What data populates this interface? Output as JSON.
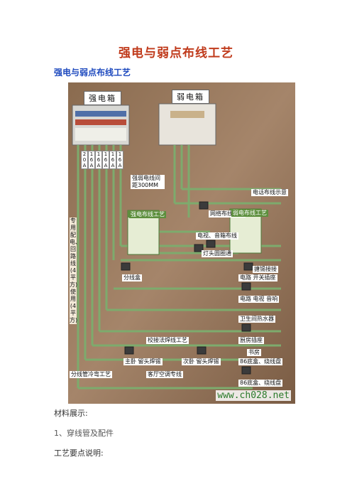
{
  "page": {
    "title": "强电与弱点布线工艺",
    "subtitle": "强电与弱点布线工艺",
    "materials_label": "材料展示:",
    "item_1": "1、穿线管及配件",
    "process_label": "工艺要点说明:"
  },
  "photo": {
    "box_strong": "强电箱",
    "box_weak": "弱电箱",
    "amp_labels": [
      "20A",
      "16A",
      "16A",
      "16A",
      "16A",
      "16A"
    ],
    "spacing_note": "强弱电线间距300MM",
    "left_vertical": "专用配电、回路线(4平方)使用(4平方)",
    "poster_left": "强电布线工艺",
    "poster_right": "弱电布线工艺",
    "phone_wiring": "电话布线示意",
    "network_wiring": "网络布线示意",
    "tv_audio": "电视、音箱布线",
    "lamp_circuit": "灯头圆圈通",
    "junction_box": "分线盒",
    "wire_joint": "搪锡接接",
    "power_switch": "电路 开关插座",
    "power_tv_audio": "电路 电视 音响",
    "bathroom_heater": "卫生间热水器",
    "kitchen_socket": "厨房插座",
    "study": "书房",
    "b86_box_1": "86底盒、绕线盘",
    "b86_box_2": "86底盒、绕线盘",
    "tin_welding": "校接法焊线工艺",
    "master_bed": "主卧 留头焊锡",
    "second_bed": "次卧 留头焊锡",
    "branch_pipe": "分线管冷弯工艺",
    "living_ac": "客厅空调专线",
    "watermark": "www.ch028.net"
  }
}
